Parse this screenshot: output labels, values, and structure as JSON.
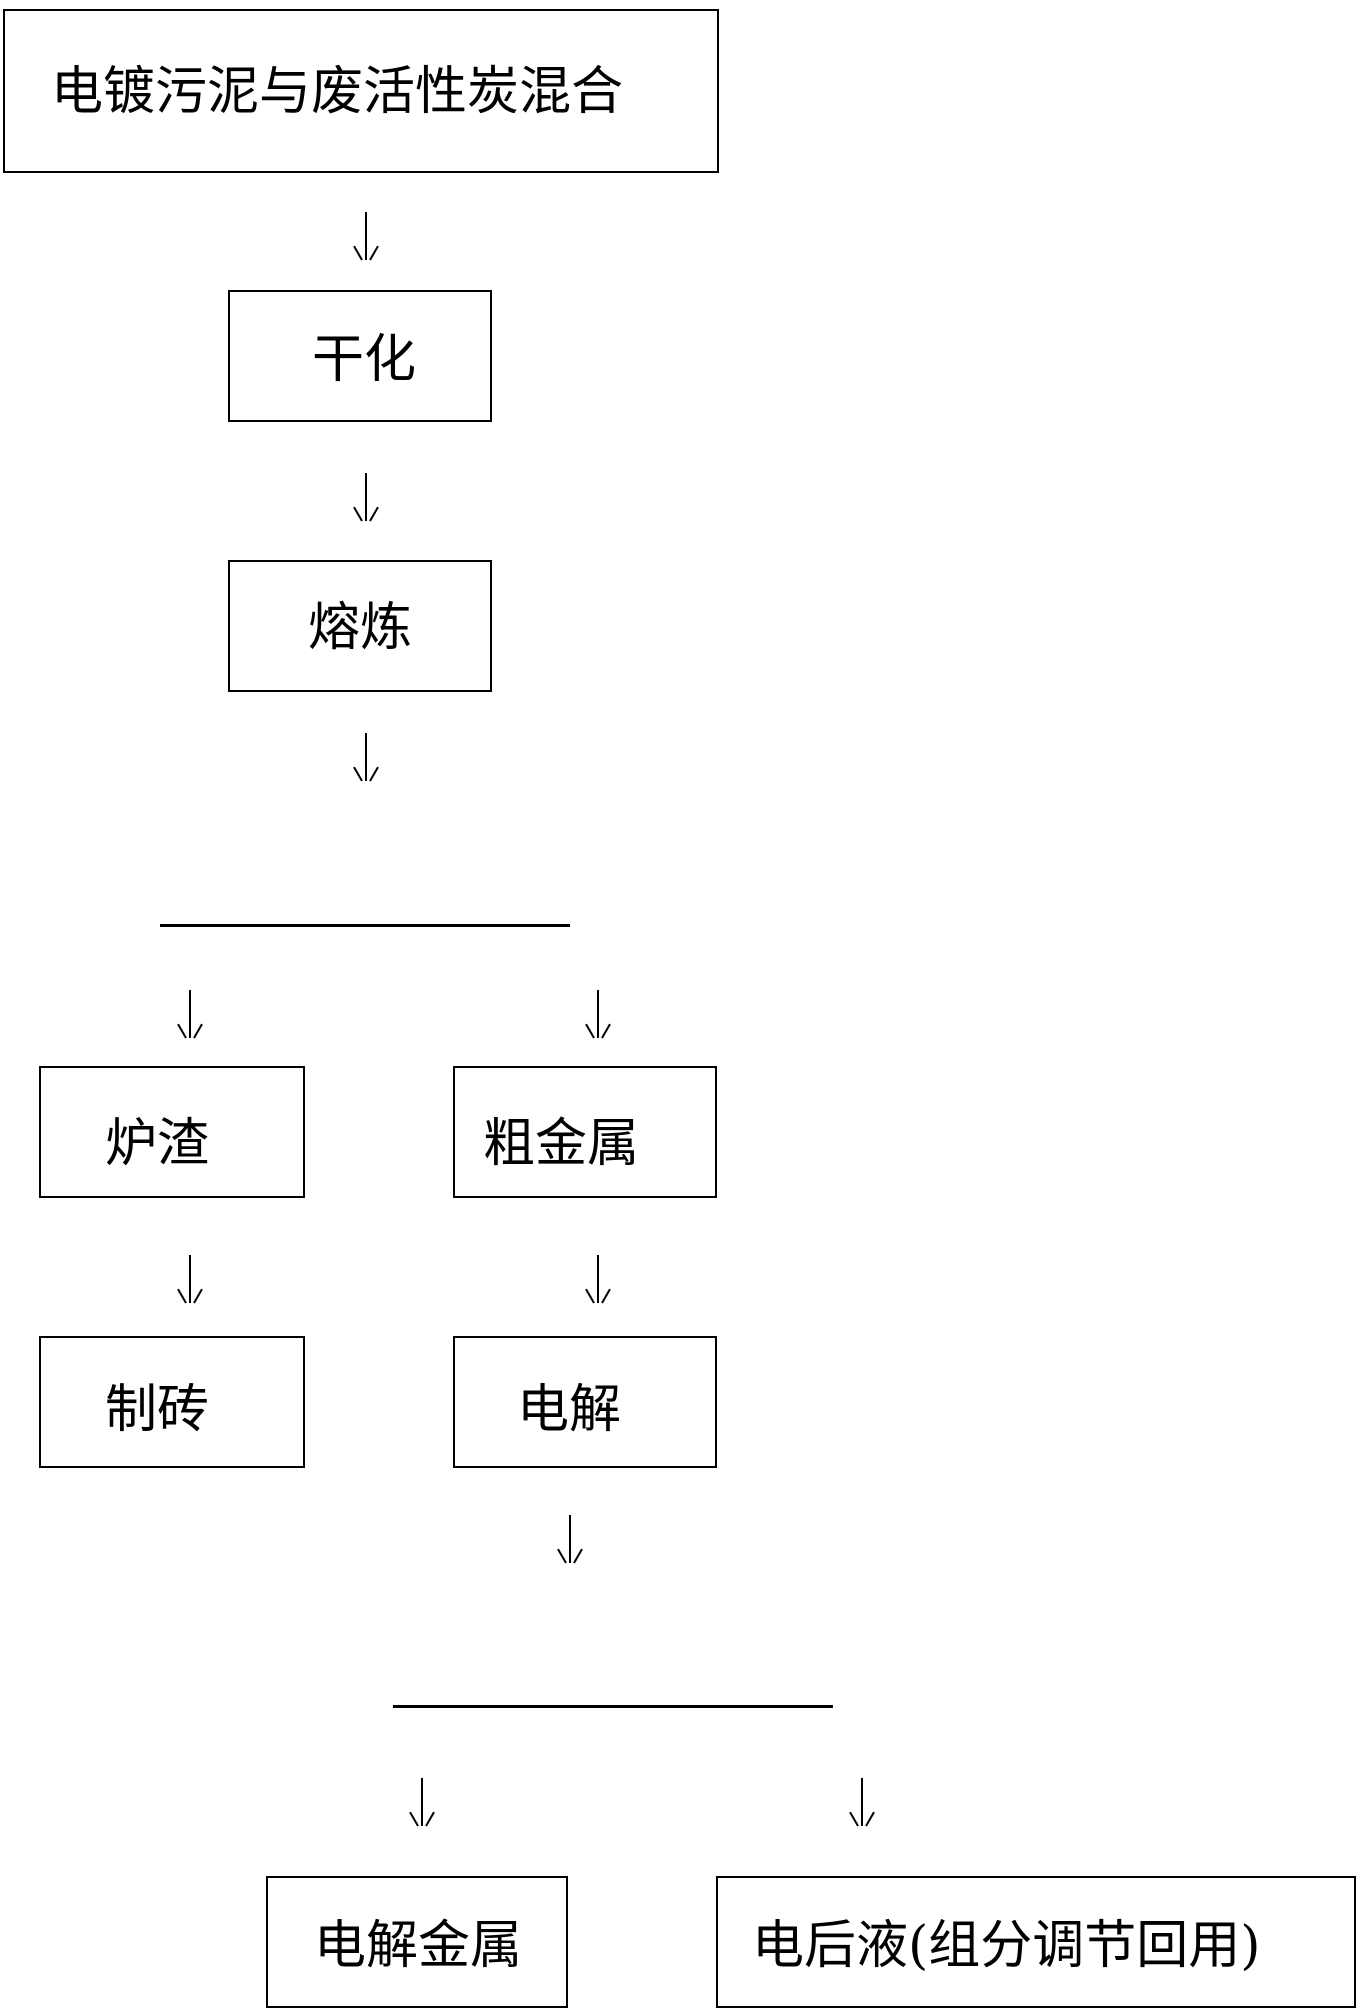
{
  "flowchart": {
    "step_mix": "电镀污泥与废活性炭混合",
    "step_dry": "干化",
    "step_smelt": "熔炼",
    "left_branch": {
      "slag": "炉渣",
      "brick": "制砖"
    },
    "right_branch": {
      "crude_metal": "粗金属",
      "electrolysis": "电解"
    },
    "outputs": {
      "electrolytic_metal": "电解金属",
      "spent_electrolyte": "电后液(组分调节回用)"
    }
  }
}
